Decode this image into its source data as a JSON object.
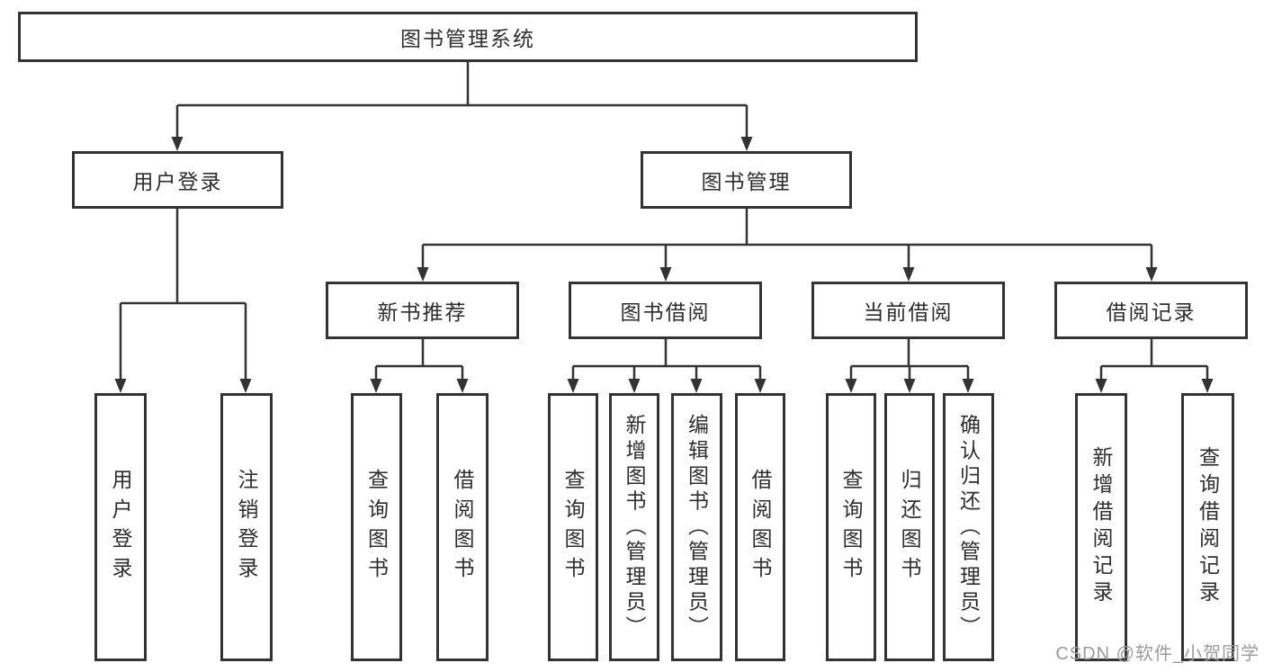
{
  "diagram": {
    "root": "图书管理系统",
    "level2": [
      {
        "label": "用户登录"
      },
      {
        "label": "图书管理"
      }
    ],
    "level3": [
      {
        "label": "新书推荐"
      },
      {
        "label": "图书借阅"
      },
      {
        "label": "当前借阅"
      },
      {
        "label": "借阅记录"
      }
    ],
    "leaves": {
      "user": [
        "用户登录",
        "注销登录"
      ],
      "recommend": [
        "查询图书",
        "借阅图书"
      ],
      "borrow": [
        "查询图书",
        "新增图书（管理员）",
        "编辑图书（管理员）",
        "借阅图书"
      ],
      "current": [
        "查询图书",
        "归还图书",
        "确认归还（管理员）"
      ],
      "records": [
        "新增借阅记录",
        "查询借阅记录"
      ]
    }
  },
  "watermark": "CSDN @软件_小贺同学",
  "colors": {
    "line": "#333333",
    "text": "#2e2e2e",
    "watermark": "#9b9b9d",
    "background": "#ffffff"
  }
}
